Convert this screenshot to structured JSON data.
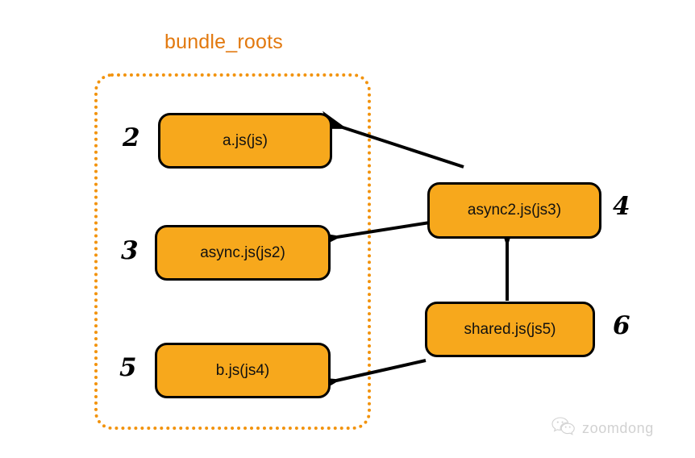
{
  "diagram": {
    "group": {
      "title": "bundle_roots",
      "title_color": "#E2790F",
      "border_color": "#F2930D",
      "border_style": "dotted"
    },
    "box_fill_color": "#F7A81C",
    "box_border_color": "#000000",
    "nodes": [
      {
        "id": "a",
        "label": "a.js(js)",
        "marker": "2",
        "marker_side": "left"
      },
      {
        "id": "async",
        "label": "async.js(js2)",
        "marker": "3",
        "marker_side": "left"
      },
      {
        "id": "b",
        "label": "b.js(js4)",
        "marker": "5",
        "marker_side": "left"
      },
      {
        "id": "async2",
        "label": "async2.js(js3)",
        "marker": "4",
        "marker_side": "right"
      },
      {
        "id": "shared",
        "label": "shared.js(js5)",
        "marker": "6",
        "marker_side": "right"
      }
    ],
    "edges": [
      {
        "from": "async2",
        "to": "a",
        "style": "arrow"
      },
      {
        "from": "async2",
        "to": "async",
        "style": "arrow"
      },
      {
        "from": "shared",
        "to": "async2",
        "style": "arrow"
      },
      {
        "from": "shared",
        "to": "b",
        "style": "arrow"
      }
    ]
  },
  "watermark": {
    "text": "zoomdong",
    "icon": "wechat-icon"
  }
}
